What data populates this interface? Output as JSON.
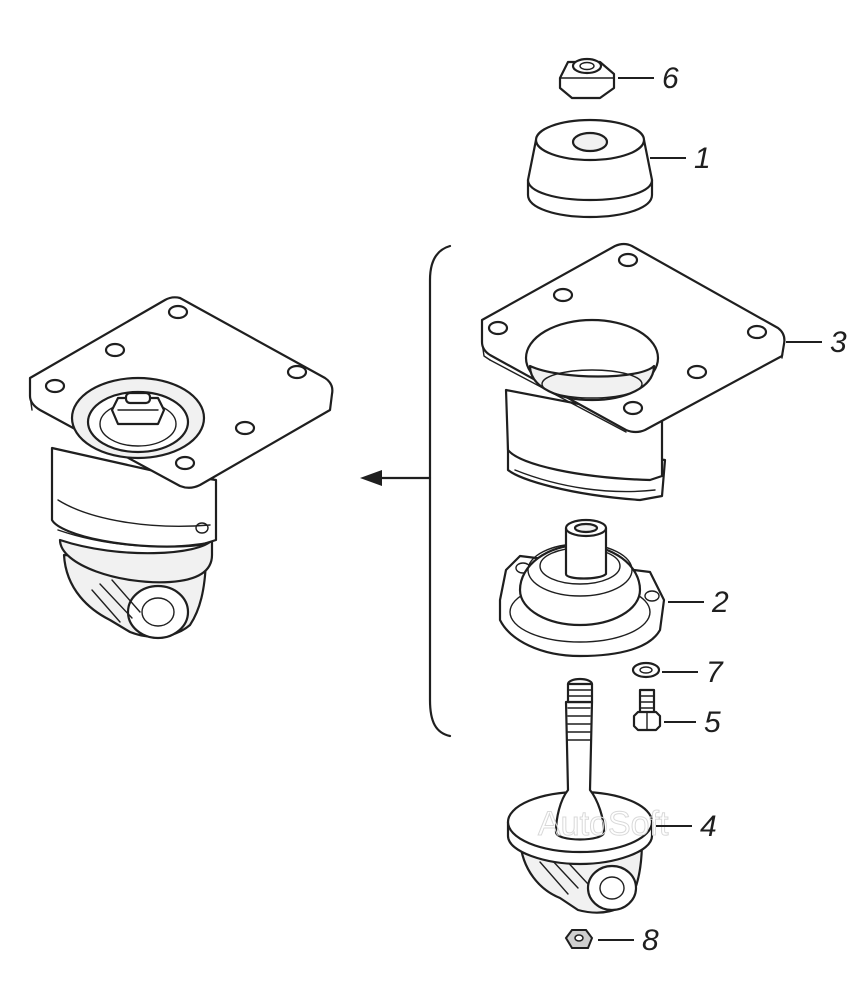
{
  "diagram": {
    "callouts": [
      {
        "id": "c6",
        "label": "6"
      },
      {
        "id": "c1",
        "label": "1"
      },
      {
        "id": "c3",
        "label": "3"
      },
      {
        "id": "c2",
        "label": "2"
      },
      {
        "id": "c7",
        "label": "7"
      },
      {
        "id": "c5",
        "label": "5"
      },
      {
        "id": "c4",
        "label": "4"
      },
      {
        "id": "c8",
        "label": "8"
      }
    ],
    "watermark": "AutoSoft"
  },
  "colors": {
    "line": "#1f1f1f",
    "background": "#ffffff",
    "watermark": "#d9d9d9"
  }
}
